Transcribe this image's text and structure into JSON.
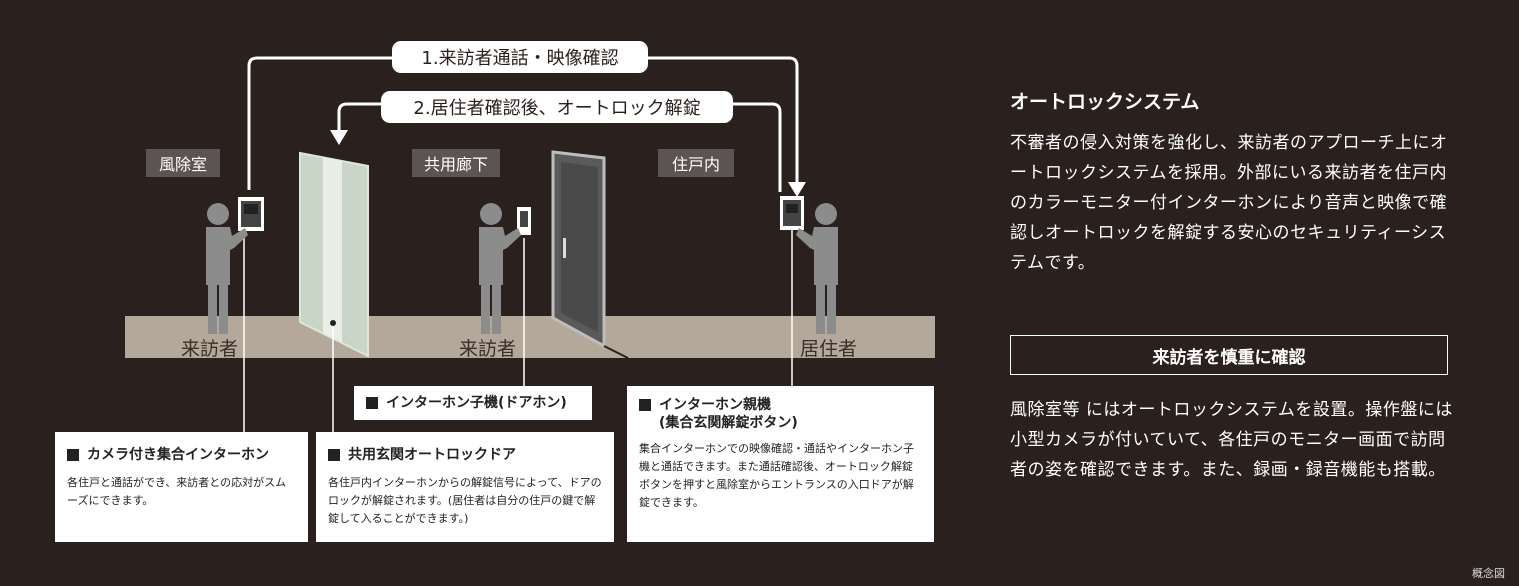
{
  "flow": {
    "step1": "1.来訪者通話・映像確認",
    "step2": "2.居住者確認後、オートロック解錠"
  },
  "areas": {
    "windbreak": "風除室",
    "corridor": "共用廊下",
    "dwelling": "住戸内"
  },
  "people": {
    "visitor1": "来訪者",
    "visitor2": "来訪者",
    "resident": "居住者"
  },
  "callouts": {
    "camera": {
      "title": "カメラ付き集合インターホン",
      "desc": "各住戸と通話ができ、来訪者との応対がスムーズにできます。"
    },
    "door": {
      "title": "共用玄関オートロックドア",
      "desc": "各住戸内インターホンからの解錠信号によって、ドアのロックが解錠されます。(居住者は自分の住戸の鍵で解錠して入ることができます。)"
    },
    "child": {
      "title": "インターホン子機(ドアホン)"
    },
    "parent": {
      "title_line1": "インターホン親機",
      "title_line2": "(集合玄関解錠ボタン)",
      "desc": "集合インターホンでの映像確認・通話やインターホン子機と通話できます。また通話確認後、オートロック解錠ボタンを押すと風除室からエントランスの入口ドアが解錠できます。"
    }
  },
  "side": {
    "heading": "オートロックシステム",
    "para1": "不審者の侵入対策を強化し、来訪者のアプローチ上にオートロックシステムを採用。外部にいる来訪者を住戸内のカラーモニター付インターホンにより音声と映像で確認しオートロックを解錠する安心のセキュリティーシステムです。",
    "box_title": "来訪者を慎重に確認",
    "para2": "風除室等 にはオートロックシステムを設置。操作盤には小型カメラが付いていて、各住戸のモニター画面で訪問者の姿を確認できます。また、録画・録音機能も搭載。"
  },
  "note": "概念図",
  "colors": {
    "background": "#2a201d",
    "floor": "#b3a899",
    "figure": "#8c8c8c",
    "tag": "#5c5452"
  }
}
